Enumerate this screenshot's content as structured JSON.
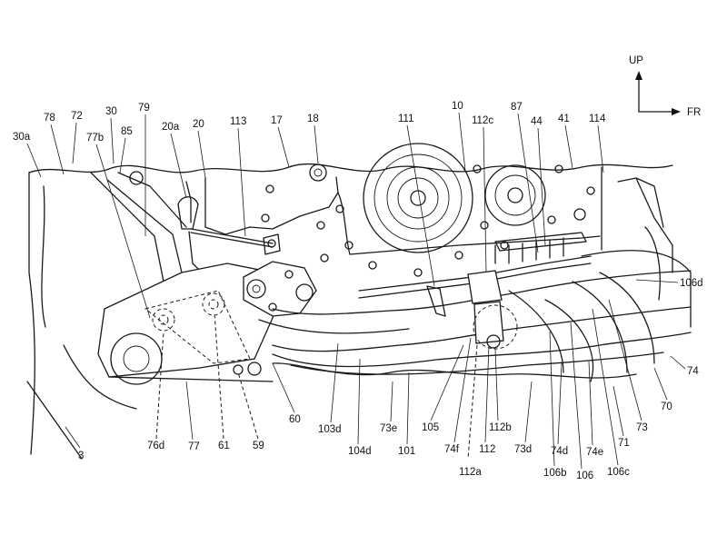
{
  "orientation": {
    "up": "UP",
    "front": "FR"
  },
  "labels": {
    "l30a": "30a",
    "l78": "78",
    "l72": "72",
    "l30": "30",
    "l79": "79",
    "l77b": "77b",
    "l85": "85",
    "l20a": "20a",
    "l20": "20",
    "l113": "113",
    "l17": "17",
    "l18": "18",
    "l111": "111",
    "l10": "10",
    "l112c": "112c",
    "l87": "87",
    "l44": "44",
    "l41": "41",
    "l114": "114",
    "l106d": "106d",
    "l74": "74",
    "l70": "70",
    "l73": "73",
    "l71": "71",
    "l106c": "106c",
    "l106": "106",
    "l74e": "74e",
    "l74d": "74d",
    "l106b": "106b",
    "l73d": "73d",
    "l112b": "112b",
    "l112": "112",
    "l112a": "112a",
    "l74f": "74f",
    "l105": "105",
    "l101": "101",
    "l73e": "73e",
    "l104d": "104d",
    "l103d": "103d",
    "l60": "60",
    "l59": "59",
    "l61": "61",
    "l77": "77",
    "l76d": "76d",
    "l3": "3"
  }
}
